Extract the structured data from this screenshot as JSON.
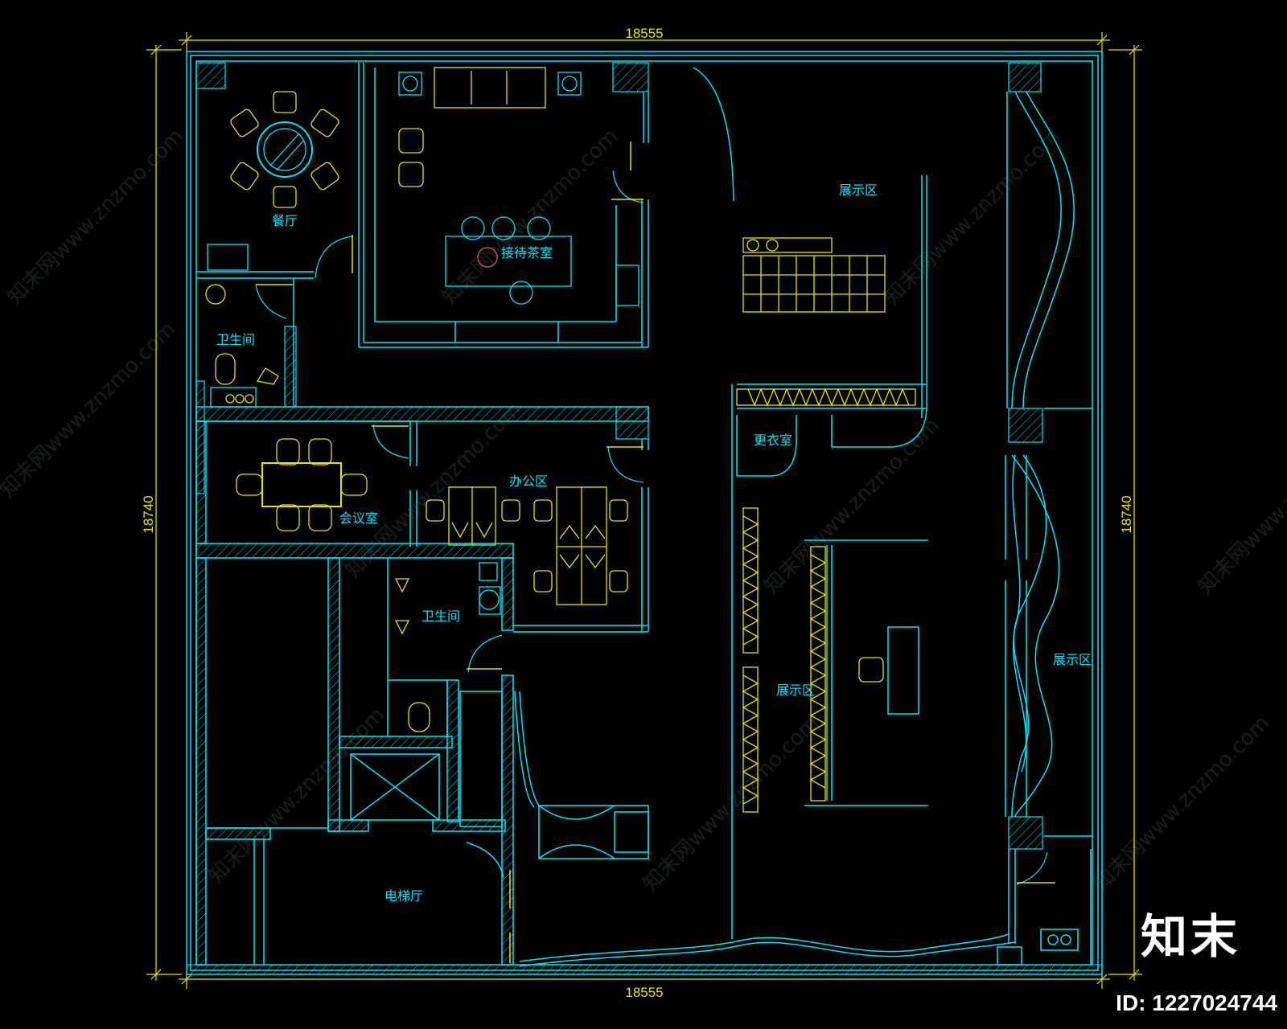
{
  "drawing": {
    "dimensions": {
      "top_width": "18555",
      "bottom_width": "18555",
      "left_height": "18740",
      "right_height": "18740"
    },
    "rooms": {
      "dining": "餐厅",
      "tea_room": "接待茶室",
      "restroom_top": "卫生间",
      "meeting": "会议室",
      "office": "办公区",
      "restroom_mid": "卫生间",
      "elevator_hall": "电梯厅",
      "display_top": "展示区",
      "changing_room": "更衣室",
      "display_center": "展示区",
      "display_right": "展示区"
    },
    "watermark_text": "知末网www.znzmo.com",
    "brand": "知末",
    "image_id": "ID: 1227024744"
  },
  "colors": {
    "wall": "#00e5ff",
    "furniture": "#e8e400",
    "dimension": "#e8e400",
    "background": "#000000"
  }
}
